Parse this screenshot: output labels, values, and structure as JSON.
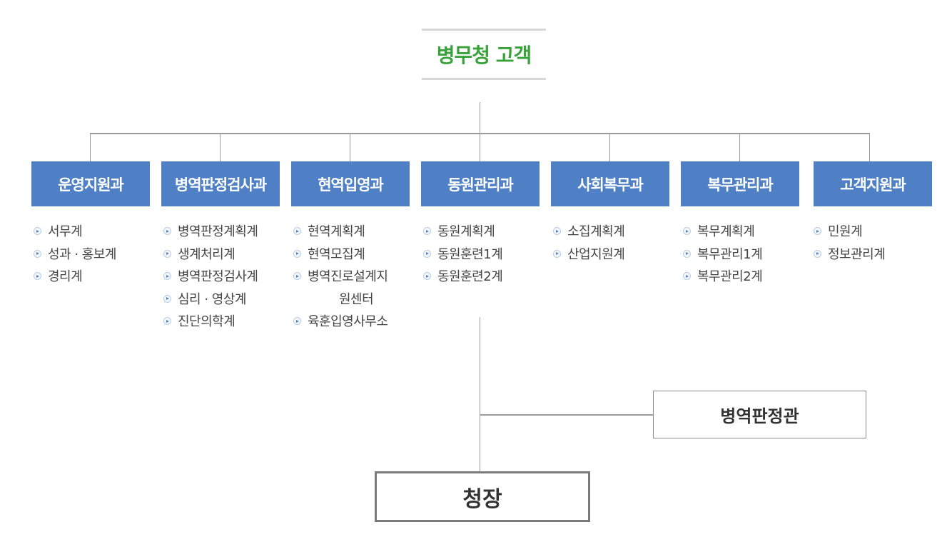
{
  "title": "병무청 고객",
  "departments": [
    {
      "name": "운영지원과",
      "items": [
        "서무계",
        "성과 · 홍보계",
        "경리계"
      ]
    },
    {
      "name": "병역판정검사과",
      "items": [
        "병역판정계획계",
        "생계처리계",
        "병역판정검사계",
        "심리 · 영상계",
        "진단의학계"
      ]
    },
    {
      "name": "현역입영과",
      "items": [
        "현역계획계",
        "현역모집계",
        "병역진로설계지",
        "원센터",
        "육훈입영사무소"
      ]
    },
    {
      "name": "동원관리과",
      "items": [
        "동원계획계",
        "동원훈련1계",
        "동원훈련2계"
      ]
    },
    {
      "name": "사회복무과",
      "items": [
        "소집계획계",
        "산업지원계"
      ]
    },
    {
      "name": "복무관리과",
      "items": [
        "복무계획계",
        "복무관리1계",
        "복무관리2계"
      ]
    },
    {
      "name": "고객지원과",
      "items": [
        "민원계",
        "정보관리계"
      ]
    }
  ],
  "judge_office": "병역판정관",
  "commissioner": "청장",
  "colors": {
    "title": "#3aa23a",
    "department_bg": "#4f80c6",
    "connector": "#9a9a9a"
  }
}
